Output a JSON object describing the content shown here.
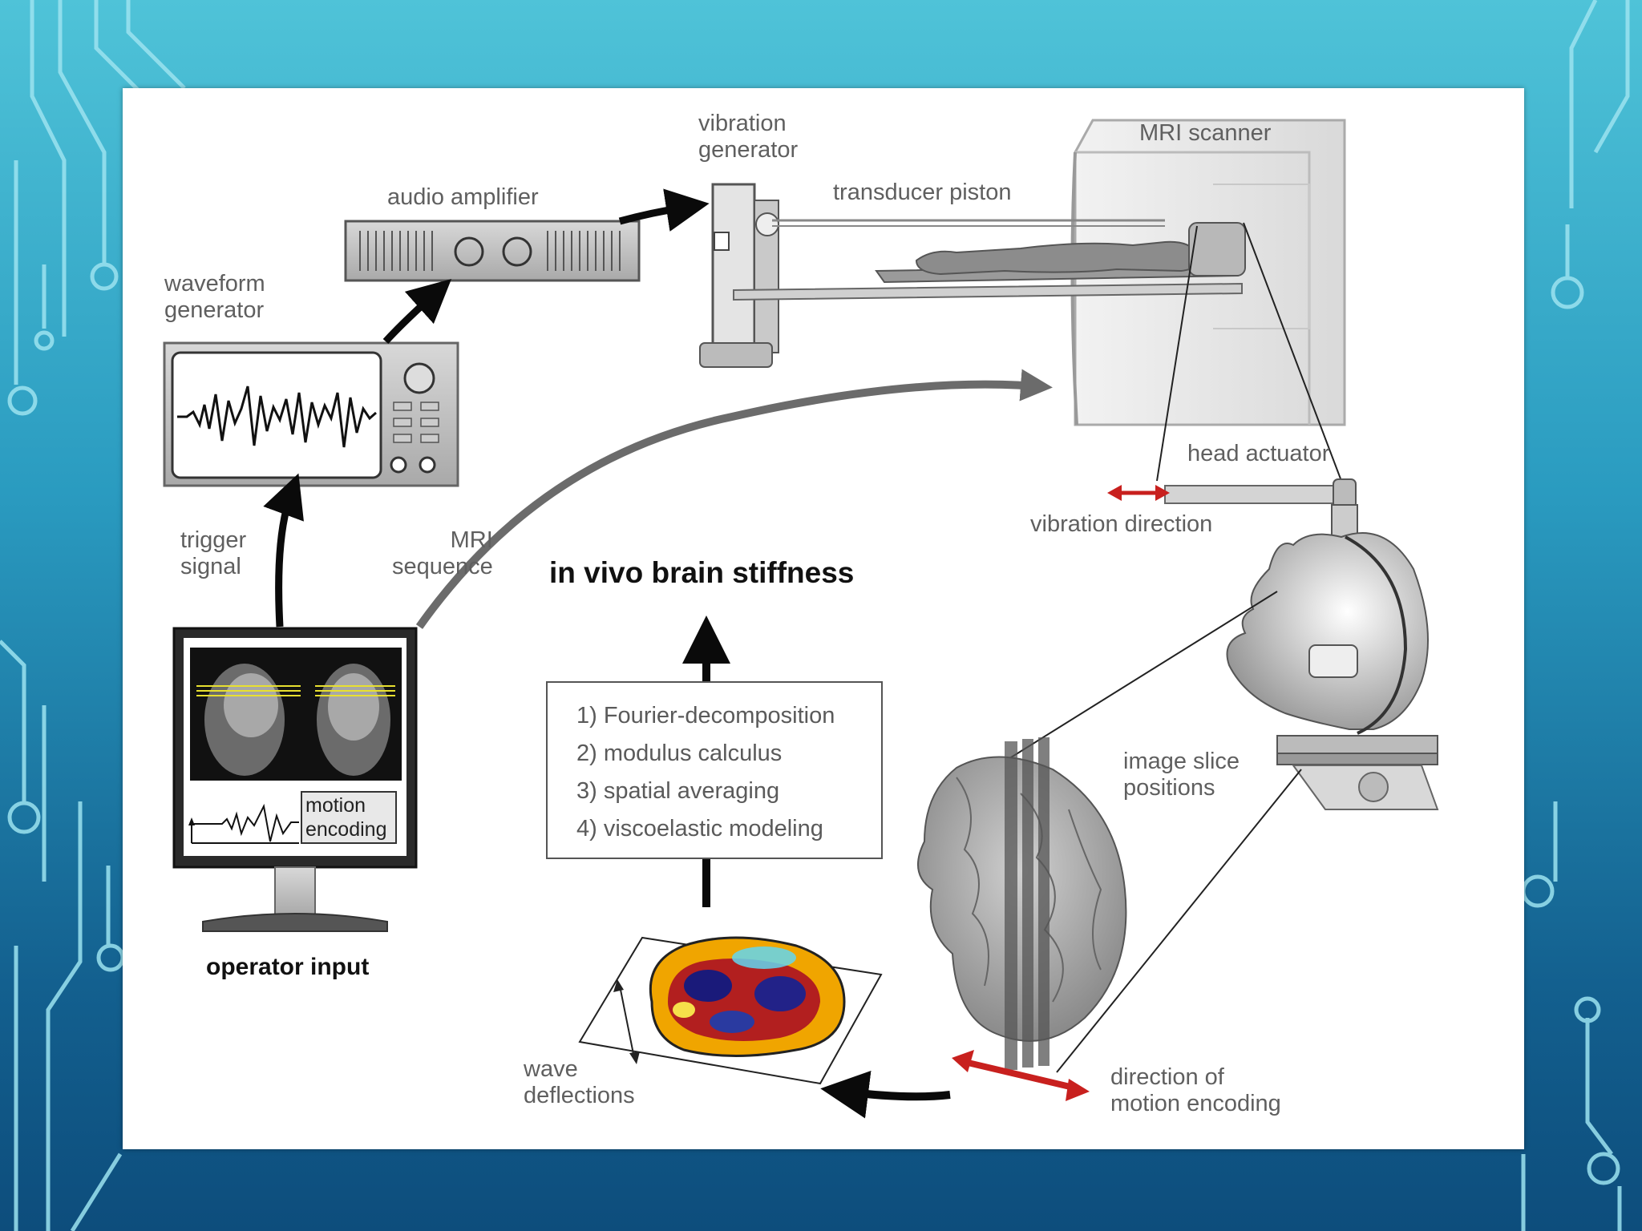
{
  "labels": {
    "vibration_generator": [
      "vibration",
      "generator"
    ],
    "mri_scanner": "MRI scanner",
    "audio_amplifier": "audio amplifier",
    "transducer_piston": "transducer piston",
    "waveform_generator": [
      "waveform",
      "generator"
    ],
    "head_actuator": "head actuator",
    "vibration_direction": "vibration direction",
    "trigger_signal": [
      "trigger",
      "signal"
    ],
    "mri_sequence": [
      "MRI",
      "sequence"
    ],
    "in_vivo": "in vivo brain stiffness",
    "motion_encoding": [
      "motion",
      "encoding"
    ],
    "operator_input": "operator input",
    "image_slice_positions": [
      "image slice",
      "positions"
    ],
    "wave_deflections": [
      "wave",
      "deflections"
    ],
    "direction_motion_encoding": [
      "direction of",
      "motion encoding"
    ]
  },
  "steps": [
    "1) Fourier-decomposition",
    "2) modulus calculus",
    "3) spatial averaging",
    "4) viscoelastic modeling"
  ],
  "colors": {
    "accent_red": "#c8201e",
    "arrow_black": "#0a0a0a",
    "arrow_gray": "#6b6b6b",
    "label_gray": "#5f5f5f"
  }
}
